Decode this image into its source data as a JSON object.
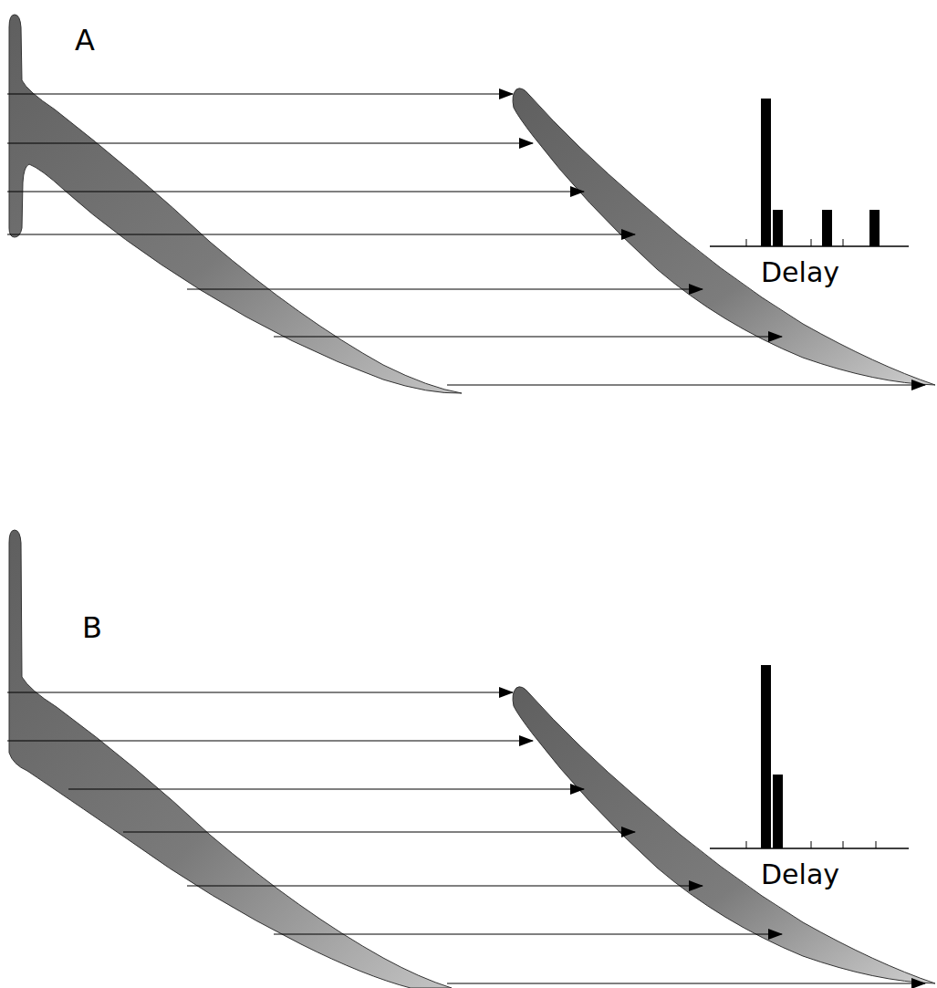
{
  "diagram": {
    "labels": [
      "A",
      "Delay",
      "B",
      "Delay"
    ]
  }
}
